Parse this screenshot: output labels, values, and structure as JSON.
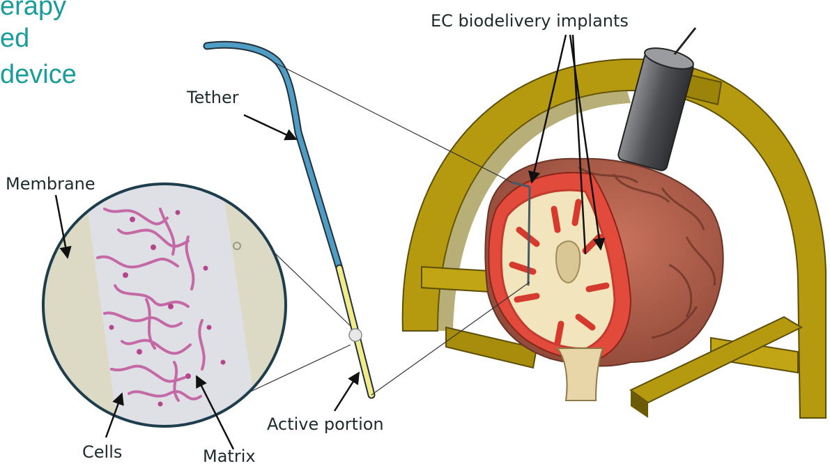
{
  "slide_title": {
    "line1": "erapy",
    "line2": "ed",
    "line3": "device"
  },
  "labels": {
    "ec_implants": "EC biodelivery implants",
    "tether": "Tether",
    "membrane": "Membrane",
    "active_portion": "Active portion",
    "cells": "Cells",
    "matrix": "Matrix"
  },
  "colors": {
    "title_text": "#1a9c9a",
    "label_text": "#1e2a2e",
    "tether": "#4f9dc4",
    "active_portion": "#f1eb8a",
    "frame": "#b59a10",
    "brain_cortex": "#b5604c",
    "white_matter": "#f2e4bd",
    "gray_matter_edge": "#e24a3c",
    "membrane": "#dcdac4",
    "cell_stain": "#c0559a",
    "probe_cylinder": "#4c4e52"
  }
}
